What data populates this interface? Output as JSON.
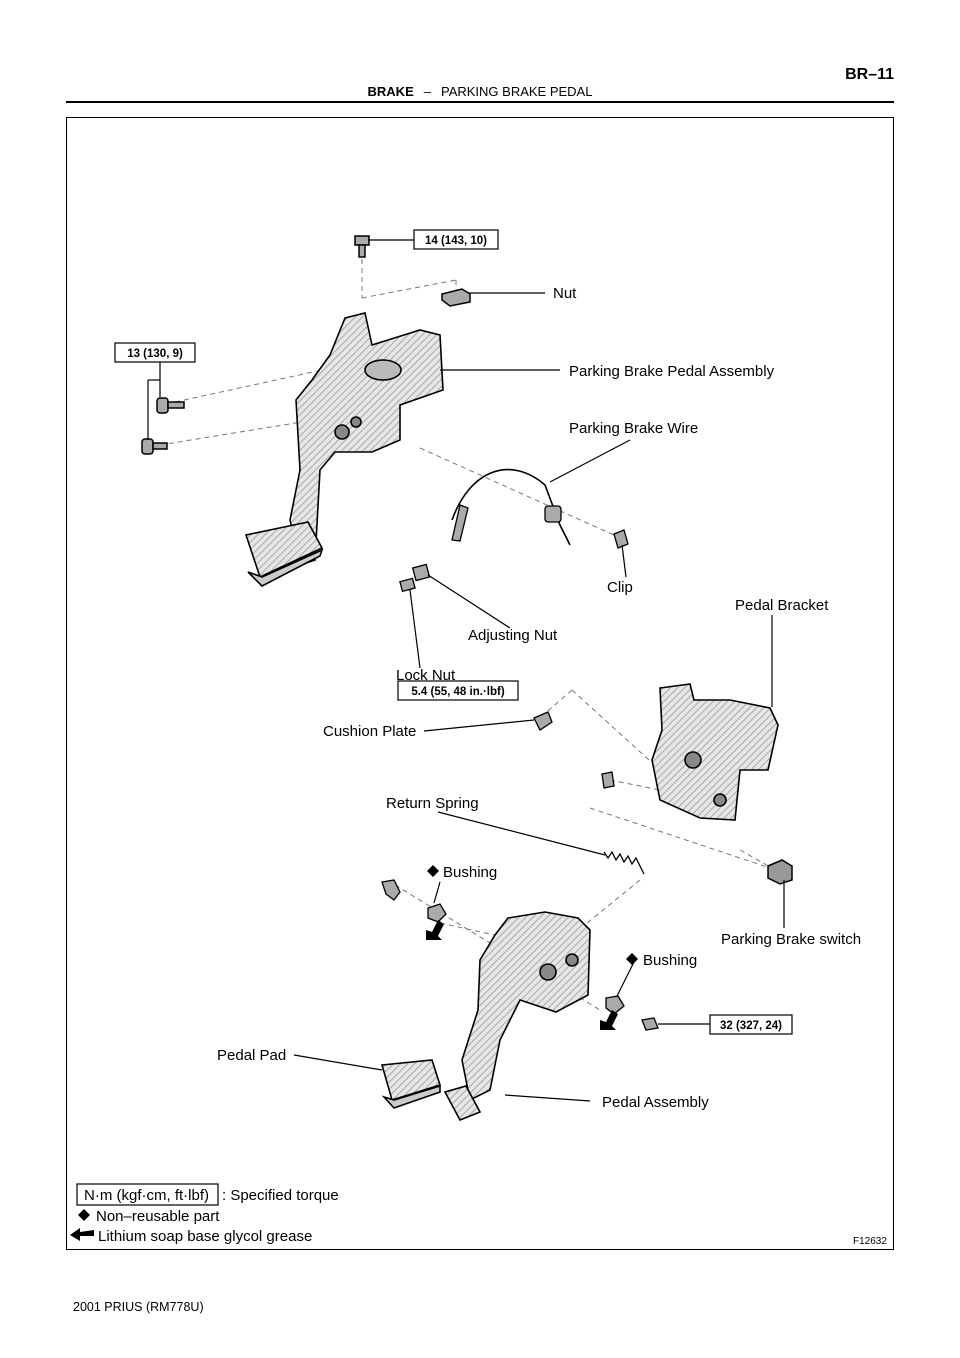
{
  "header": {
    "section": "BRAKE",
    "dash": "–",
    "subsection": "PARKING BRAKE PEDAL",
    "page": "BR–11"
  },
  "torques": {
    "bolt_top": "14 (143, 10)",
    "bolt_left": "13 (130, 9)",
    "lock_nut": "5.4 (55, 48 in.·lbf)",
    "pedal_bolt": "32 (327, 24)"
  },
  "labels": {
    "nut": "Nut",
    "pedal_assembly_upper": "Parking Brake Pedal Assembly",
    "wire": "Parking Brake Wire",
    "clip": "Clip",
    "pedal_bracket": "Pedal Bracket",
    "adjusting_nut": "Adjusting Nut",
    "lock_nut": "Lock Nut",
    "cushion_plate": "Cushion Plate",
    "return_spring": "Return Spring",
    "bushing_left": "Bushing",
    "bushing_right": "Bushing",
    "switch": "Parking Brake switch",
    "pedal_pad": "Pedal Pad",
    "pedal_assembly_lower": "Pedal Assembly"
  },
  "legend": {
    "torque_box": "N·m (kgf·cm, ft·lbf)",
    "torque_text": ": Specified torque",
    "nonreusable_text": "Non–reusable part",
    "grease_text": "Lithium soap base glycol grease"
  },
  "figure_id": "F12632",
  "footer": "2001 PRIUS   (RM778U)"
}
